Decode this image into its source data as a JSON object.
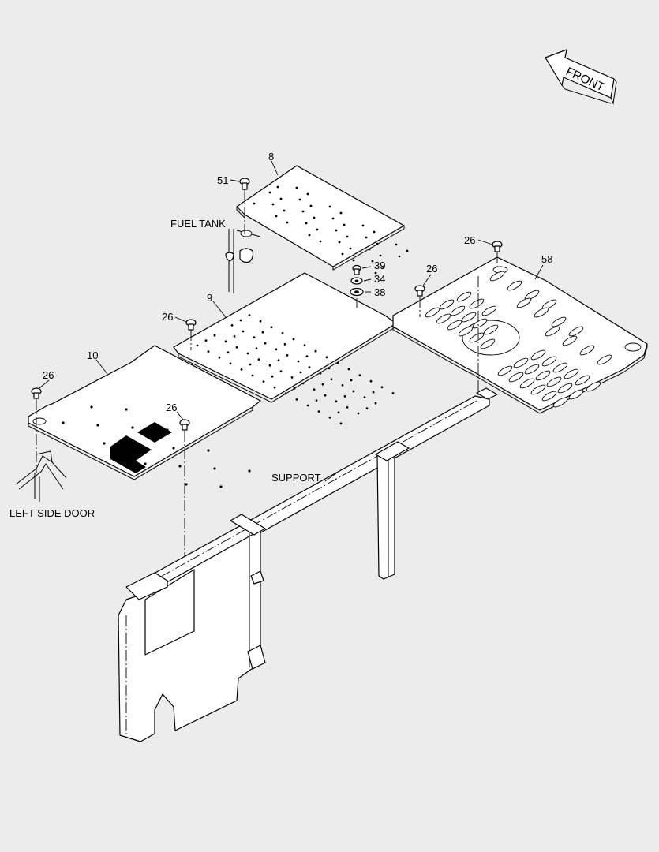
{
  "front_label": "FRONT",
  "callouts": {
    "p8": "8",
    "p51": "51",
    "fuel_tank": "FUEL TANK",
    "p9": "9",
    "p39": "39",
    "p34": "34",
    "p38": "38",
    "p26_a": "26",
    "p26_b": "26",
    "p26_c": "26",
    "p26_d": "26",
    "p26_e": "26",
    "p58": "58",
    "p10": "10",
    "support": "SUPPORT",
    "left_side_door": "LEFT SIDE DOOR"
  }
}
